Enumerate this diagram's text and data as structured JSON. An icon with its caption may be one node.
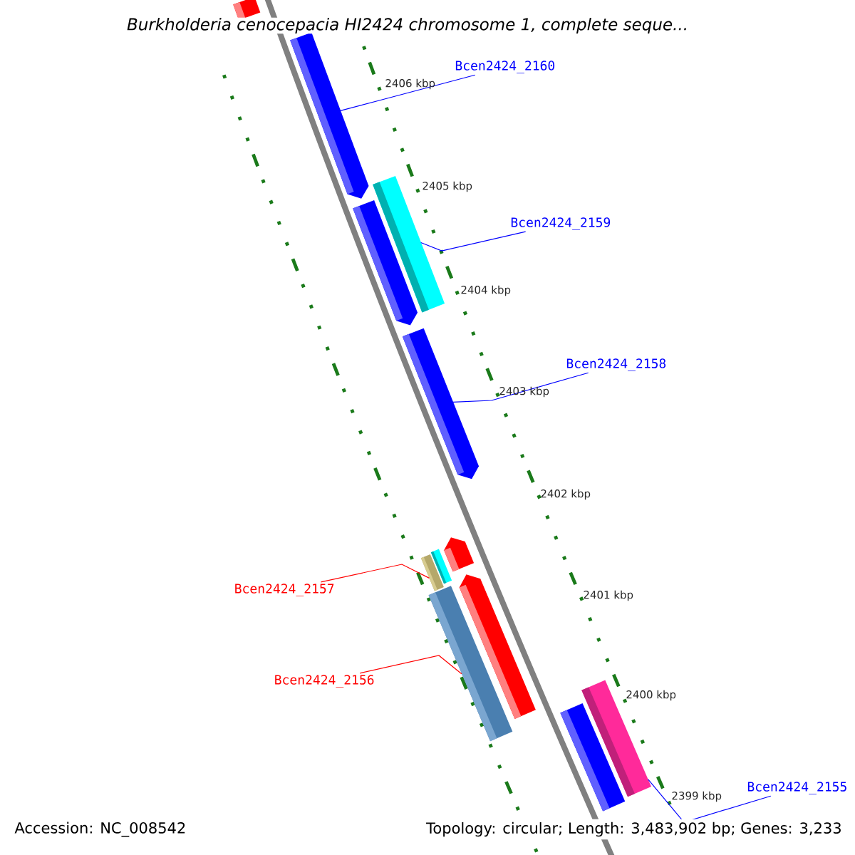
{
  "diagram": {
    "title": "Burkholderia cenocepacia HI2424 chromosome 1, complete seque...",
    "nodes": [
      {
        "text": [
          "Bcen2424_2160"
        ]
      },
      {
        "text": [
          "Bcen2424_2159"
        ]
      },
      {
        "text": [
          "Bcen2424_2158"
        ]
      },
      {
        "text": [
          "Bcen2424_2157"
        ]
      },
      {
        "text": [
          "Bcen2424_2156"
        ]
      },
      {
        "text": [
          "Bcen2424_2155"
        ]
      },
      {
        "text": [],
        "shape": "bar"
      },
      {
        "text": [],
        "shape": "bar"
      },
      {
        "text": [],
        "shape": "bar"
      },
      {
        "text": [],
        "shape": "bar"
      },
      {
        "text": [],
        "shape": "bar"
      },
      {
        "text": [],
        "shape": "bar"
      },
      {
        "text": [],
        "shape": "bar"
      },
      {
        "text": [],
        "shape": "bar"
      },
      {
        "text": [],
        "shape": "bar"
      },
      {
        "text": [],
        "shape": "bar"
      },
      {
        "text": [],
        "shape": "bar"
      },
      {
        "text": [],
        "shape": "bar"
      }
    ],
    "edges": [
      {
        "from": 0,
        "to": 7,
        "arrow": "none"
      },
      {
        "from": 1,
        "to": 8,
        "arrow": "none"
      },
      {
        "from": 2,
        "to": 10,
        "arrow": "none"
      },
      {
        "from": 3,
        "to": 11,
        "arrow": "none",
        "color": "#ff0000"
      },
      {
        "from": 4,
        "to": 15,
        "arrow": "none",
        "color": "#ff0000"
      },
      {
        "from": 5,
        "to": 16,
        "arrow": "none"
      }
    ],
    "labels": [
      "2406 kbp",
      "2405 kbp",
      "2404 kbp",
      "2403 kbp",
      "2402 kbp",
      "2401 kbp",
      "2400 kbp",
      "2399 kbp",
      "Accession: NC_008542",
      "Topology: circular; Length: 3,483,902 bp; Genes: 3,233"
    ]
  }
}
